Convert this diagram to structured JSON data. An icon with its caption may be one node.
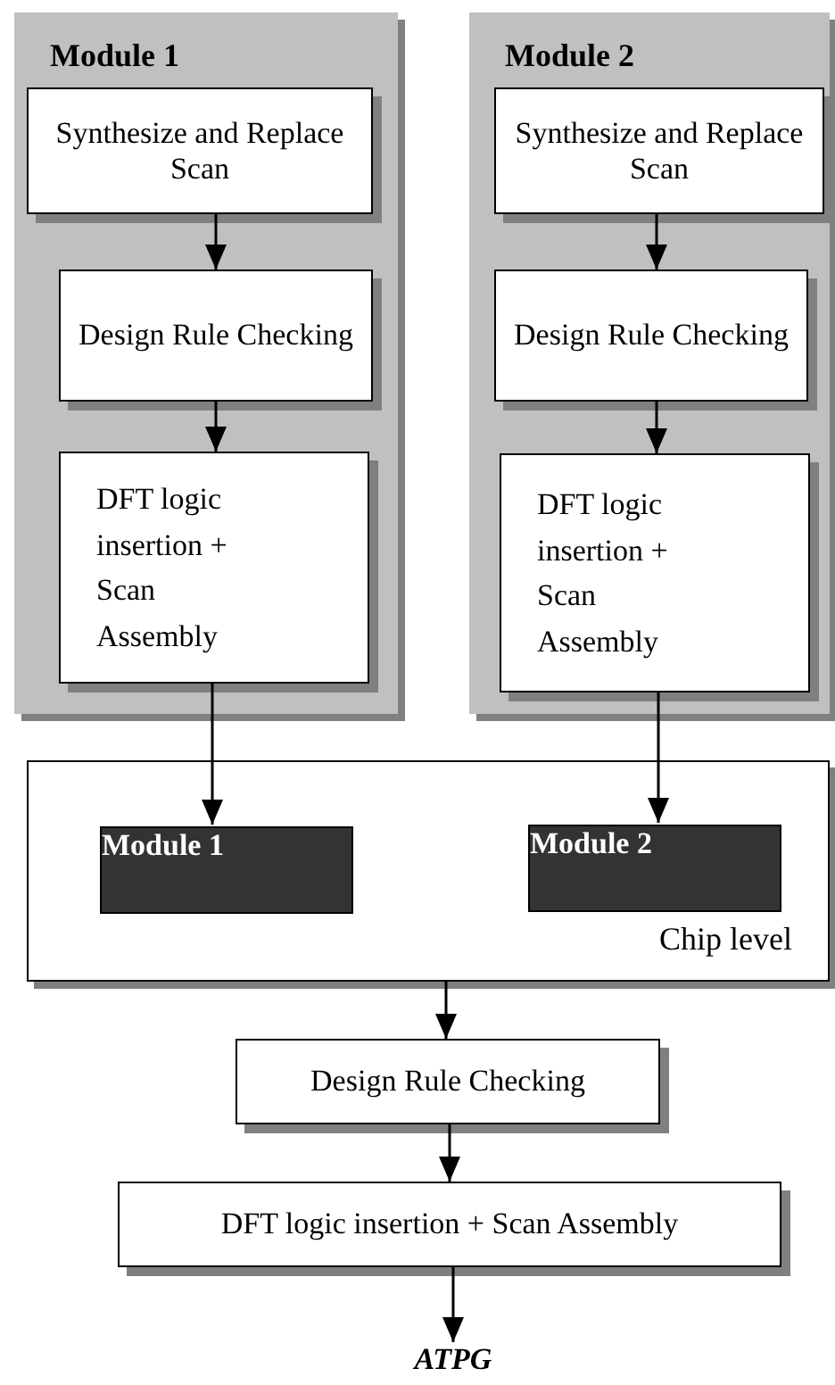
{
  "diagram": {
    "nodes": [
      {
        "text": [
          "Module 1"
        ]
      },
      {
        "text": [
          "Synthesize and Replace Scan"
        ],
        "in": 0
      },
      {
        "text": [
          "Design Rule Checking"
        ],
        "in": 0
      },
      {
        "text": [
          "DFT logic insertion + Scan Assembly"
        ],
        "in": 0
      },
      {
        "text": [
          "Module 2"
        ]
      },
      {
        "text": [
          "Synthesize and Replace Scan"
        ],
        "in": 4
      },
      {
        "text": [
          "Design Rule Checking"
        ],
        "in": 4
      },
      {
        "text": [
          "DFT logic insertion + Scan Assembly"
        ],
        "in": 4
      },
      {
        "text": [
          "Chip level"
        ]
      },
      {
        "text": [
          "Module 1"
        ],
        "in": 8
      },
      {
        "text": [
          "Module 2"
        ],
        "in": 8
      },
      {
        "text": [
          "Design Rule Checking"
        ]
      },
      {
        "text": [
          "DFT logic insertion + Scan Assembly"
        ]
      },
      {
        "text": [
          "ATPG"
        ]
      }
    ],
    "edges": [
      {
        "from": 1,
        "to": 2,
        "arrow": "to"
      },
      {
        "from": 2,
        "to": 3,
        "arrow": "to"
      },
      {
        "from": 5,
        "to": 6,
        "arrow": "to"
      },
      {
        "from": 6,
        "to": 7,
        "arrow": "to"
      },
      {
        "from": 3,
        "to": 9,
        "arrow": "to"
      },
      {
        "from": 7,
        "to": 10,
        "arrow": "to"
      },
      {
        "from": 8,
        "to": 11,
        "arrow": "to"
      },
      {
        "from": 11,
        "to": 12,
        "arrow": "to"
      },
      {
        "from": 12,
        "to": 13,
        "arrow": "to"
      }
    ]
  }
}
